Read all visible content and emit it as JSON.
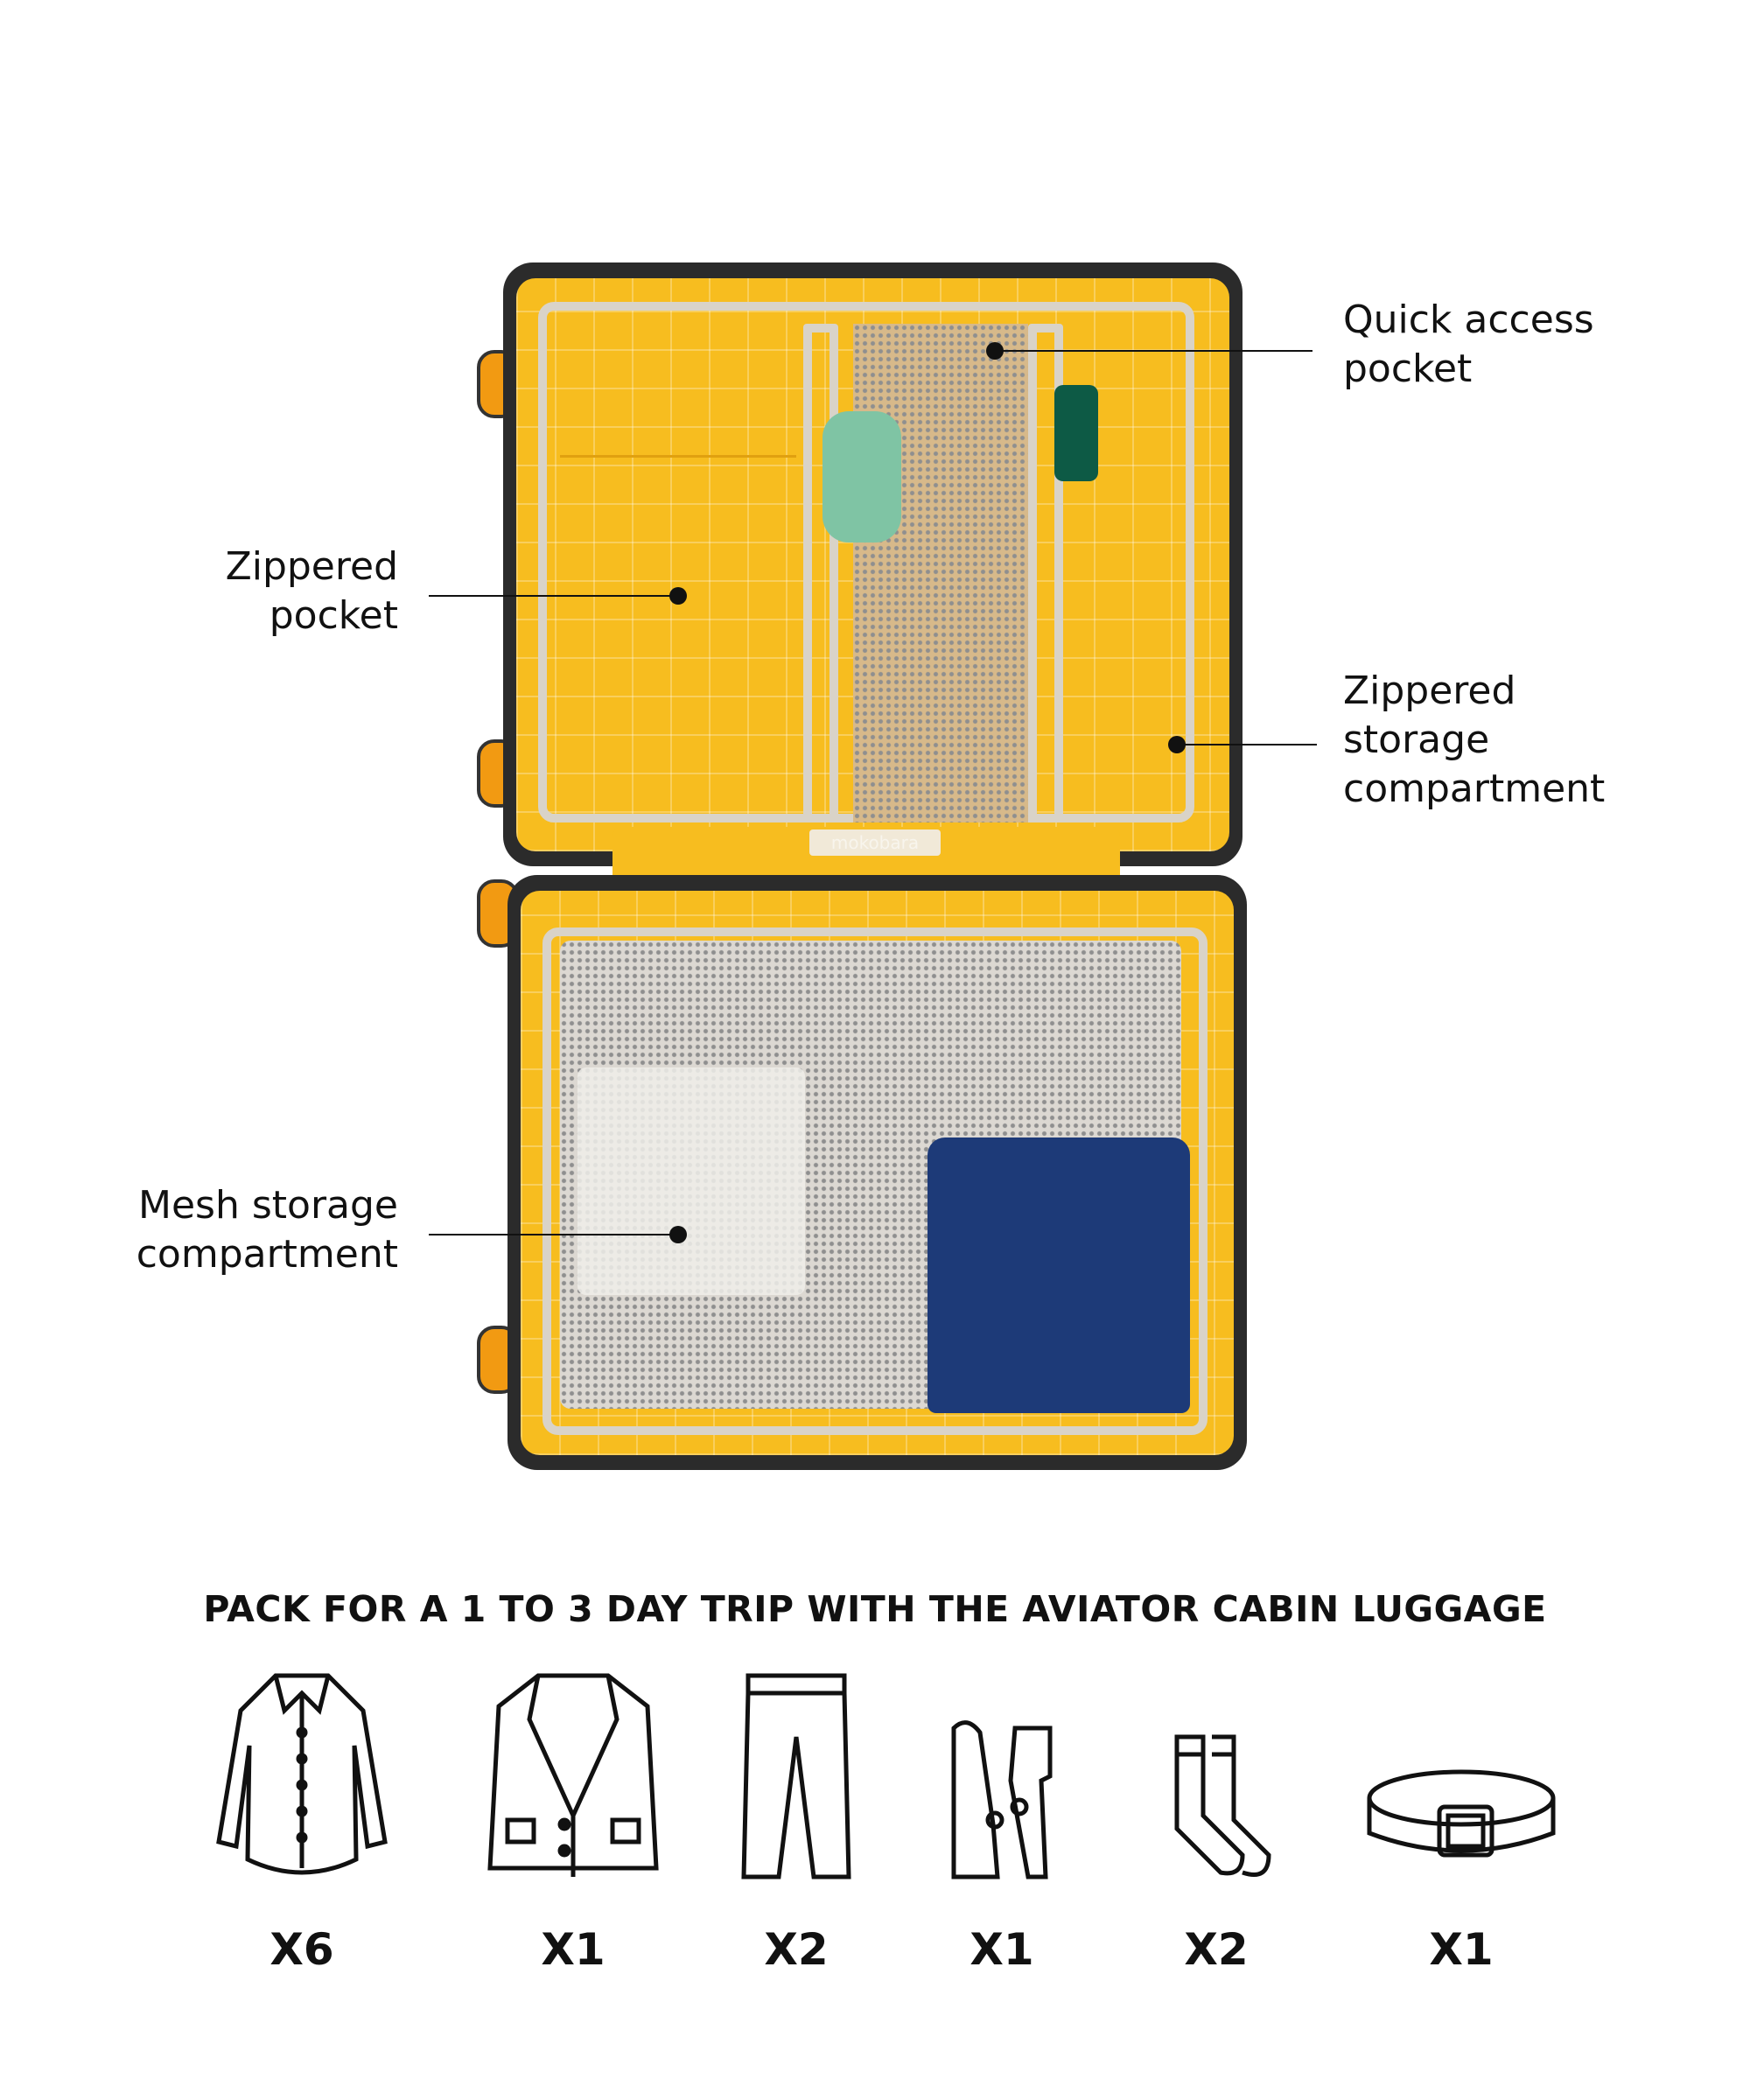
{
  "callouts": {
    "quick_access": "Quick access pocket",
    "zippered_pocket": "Zippered pocket",
    "zippered_storage": "Zippered storage compartment",
    "mesh_storage": "Mesh storage compartment"
  },
  "brand_tag": "mokobara",
  "colors": {
    "lining": "#f7bd1f",
    "shell": "#2b2b2b",
    "wheel": "#f29a12",
    "mesh": "#dcd8d2"
  },
  "packing": {
    "title": "PACK FOR A 1 TO 3 DAY TRIP WITH THE AVIATOR CABIN LUGGAGE",
    "items": [
      {
        "icon": "shirt-icon",
        "qty": "X6"
      },
      {
        "icon": "blazer-icon",
        "qty": "X1"
      },
      {
        "icon": "trousers-icon",
        "qty": "X2"
      },
      {
        "icon": "shoes-icon",
        "qty": "X1"
      },
      {
        "icon": "socks-icon",
        "qty": "X2"
      },
      {
        "icon": "belt-icon",
        "qty": "X1"
      }
    ]
  }
}
